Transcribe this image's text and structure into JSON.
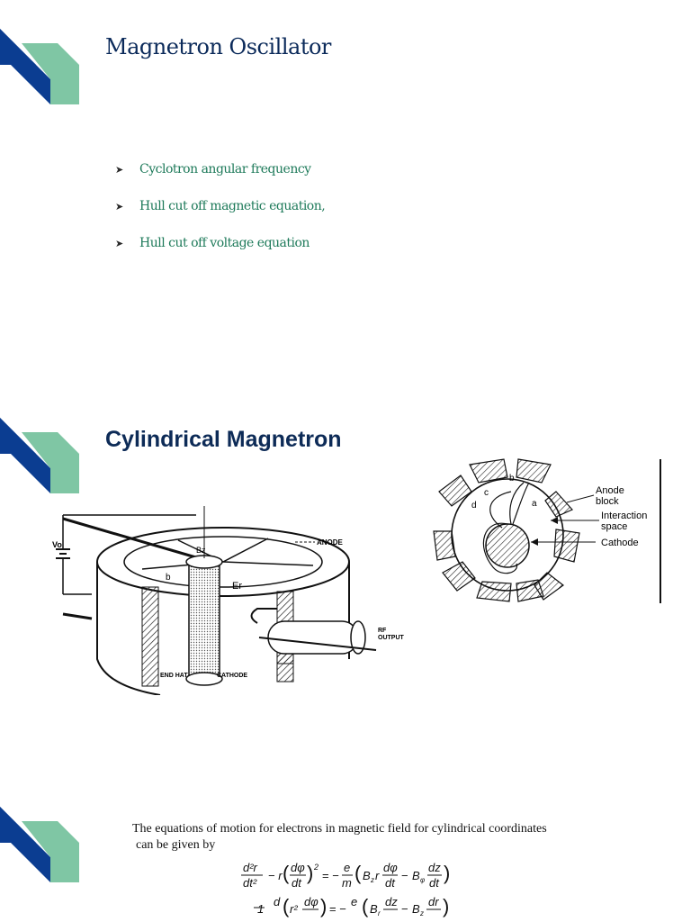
{
  "slide1": {
    "title": "Magnetron Oscillator",
    "bullets": [
      "Cyclotron angular frequency",
      "Hull cut off magnetic equation,",
      "Hull cut off voltage equation"
    ]
  },
  "slide2": {
    "title": "Cylindrical Magnetron",
    "figure_left": {
      "labels": {
        "vo": "Vo",
        "bz": "Bz",
        "er": "Er",
        "b": "b",
        "anode": "ANODE",
        "rf_output": "RF",
        "rf_output2": "OUTPUT",
        "end_hat": "END HAT",
        "cathode": "CATHODE"
      }
    },
    "figure_right": {
      "labels": {
        "a": "a",
        "b": "b",
        "c": "c",
        "d": "d",
        "anode_block_1": "Anode",
        "anode_block_2": "block",
        "interaction_1": "Interaction",
        "interaction_2": "space",
        "cathode": "Cathode"
      }
    }
  },
  "slide3": {
    "text_line1": "The equations of motion for electrons in magnetic field for cylindrical coordinates",
    "text_line2": "can be given by"
  },
  "colors": {
    "navy": "#0b3d91",
    "teal": "#7fc6a4",
    "title_blue": "#0d2b57",
    "bullet_green": "#1e7a5a"
  }
}
